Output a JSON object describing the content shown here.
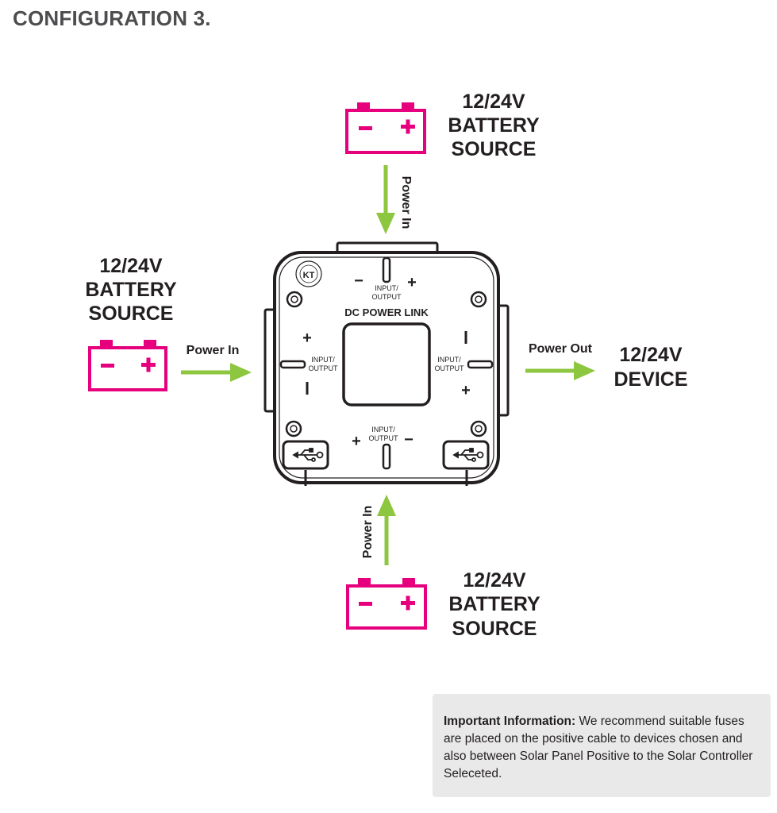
{
  "title": "CONFIGURATION 3.",
  "colors": {
    "battery": "#e6007e",
    "arrow": "#8dc63f",
    "device_outline": "#231f20",
    "info_bg": "#e9e9ea"
  },
  "nodes": {
    "battery_top": {
      "line1": "12/24V",
      "line2": "BATTERY",
      "line3": "SOURCE"
    },
    "battery_left": {
      "line1": "12/24V",
      "line2": "BATTERY",
      "line3": "SOURCE"
    },
    "battery_bottom": {
      "line1": "12/24V",
      "line2": "BATTERY",
      "line3": "SOURCE"
    },
    "device_right": {
      "line1": "12/24V",
      "line2": "DEVICE"
    }
  },
  "flows": {
    "top": "Power In",
    "left": "Power In",
    "bottom": "Power In",
    "right": "Power Out"
  },
  "hub": {
    "name": "DC POWER LINK",
    "logo": "KT",
    "port_label_line1": "INPUT/",
    "port_label_line2": "OUTPUT",
    "plus": "+",
    "minus": "−"
  },
  "info": {
    "heading": "Important Information:",
    "text": " We recommend suitable fuses are placed on the positive cable to devices chosen and also between Solar Panel Positive to the Solar Controller Seleceted."
  }
}
